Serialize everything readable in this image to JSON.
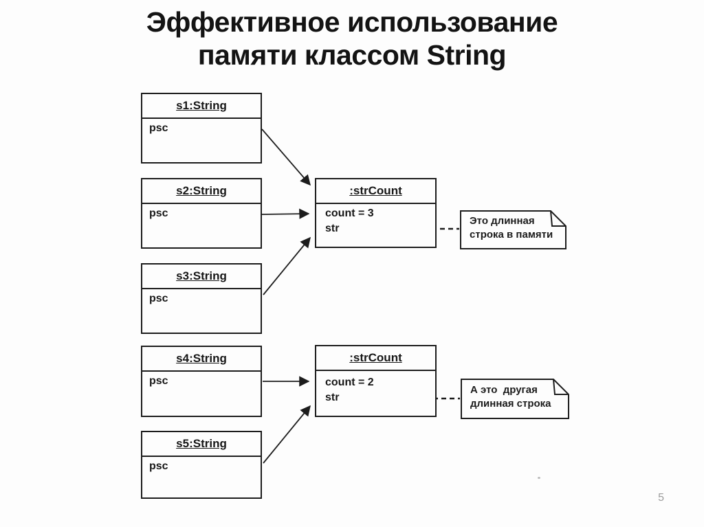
{
  "slide": {
    "title_lines": [
      "Эффективное использование",
      "памяти классом String"
    ],
    "page_number": "5"
  },
  "diagram": {
    "string_objects": [
      {
        "name": "s1:String",
        "field": "psc"
      },
      {
        "name": "s2:String",
        "field": "psc"
      },
      {
        "name": "s3:String",
        "field": "psc"
      },
      {
        "name": "s4:String",
        "field": "psc"
      },
      {
        "name": "s5:String",
        "field": "psc"
      }
    ],
    "strcount_objects": [
      {
        "name": ":strCount",
        "count": "count = 3",
        "str": "str"
      },
      {
        "name": ":strCount",
        "count": "count = 2",
        "str": "str"
      }
    ],
    "notes": [
      {
        "line1": "Это длинная",
        "line2": "строка в памяти"
      },
      {
        "line1": "А это  другая",
        "line2": "длинная строка"
      }
    ],
    "colors": {
      "line": "#1c1c1c",
      "page_number": "#9b9b9b"
    }
  }
}
